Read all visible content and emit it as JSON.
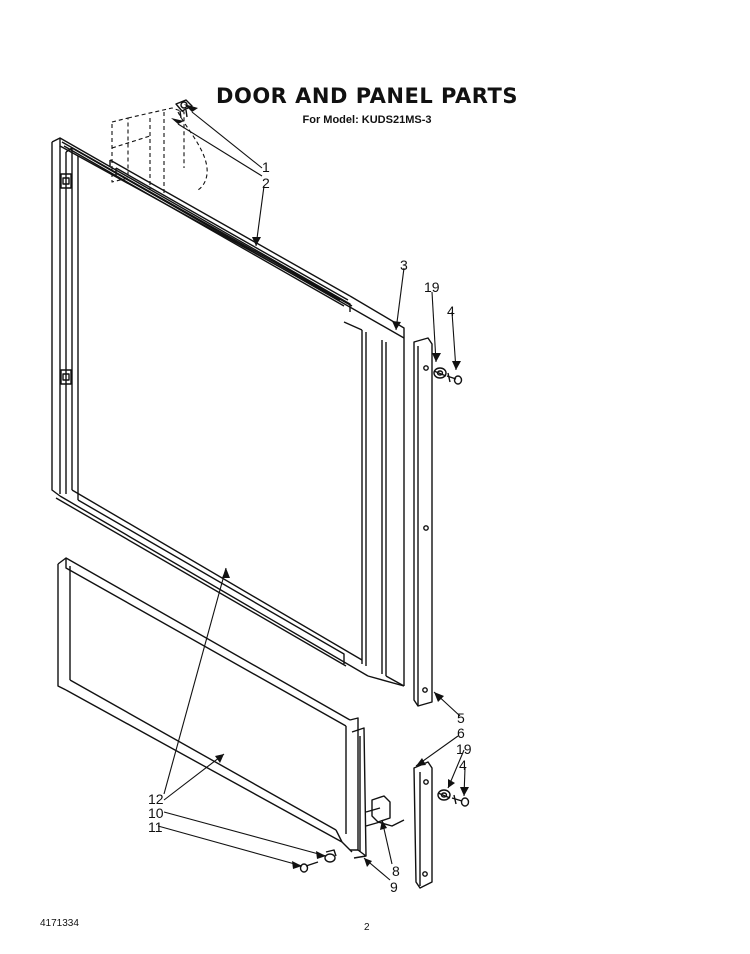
{
  "page": {
    "title": "DOOR AND PANEL PARTS",
    "subtitle": "For Model: KUDS21MS-3",
    "doc_number": "4171334",
    "page_number": "2"
  },
  "callouts": {
    "c1": "1",
    "c2": "2",
    "c3": "3",
    "c19a": "19",
    "c4a": "4",
    "c5": "5",
    "c6": "6",
    "c19b": "19",
    "c4b": "4",
    "c12": "12",
    "c10": "10",
    "c11": "11",
    "c8": "8",
    "c9": "9"
  },
  "colors": {
    "line": "#111111",
    "background": "#ffffff"
  }
}
